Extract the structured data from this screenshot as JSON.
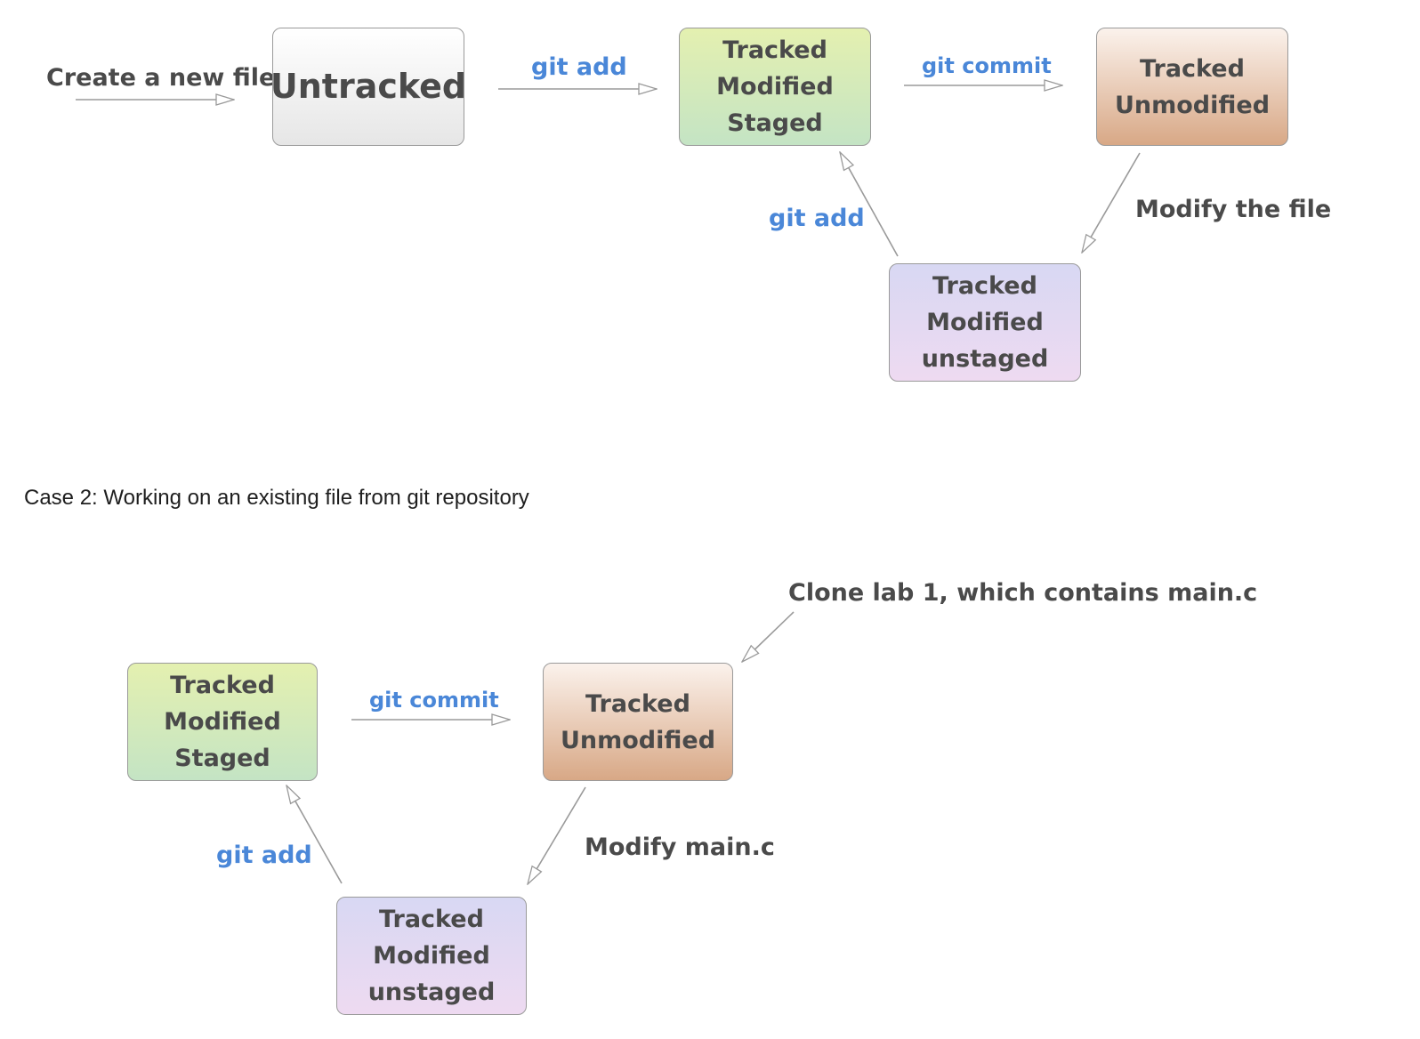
{
  "case1": {
    "create_label": "Create a new file",
    "untracked": "Untracked",
    "git_add_1": "git add",
    "staged": [
      "Tracked",
      "Modified",
      "Staged"
    ],
    "git_commit": "git commit",
    "unmodified": [
      "Tracked",
      "Unmodified"
    ],
    "modify_label": "Modify the file",
    "unstaged": [
      "Tracked",
      "Modified",
      "unstaged"
    ],
    "git_add_2": "git add"
  },
  "case2": {
    "caption": "Case 2: Working on an existing file from git repository",
    "clone_label": "Clone lab 1, which contains main.c",
    "staged": [
      "Tracked",
      "Modified",
      "Staged"
    ],
    "git_commit": "git commit",
    "unmodified": [
      "Tracked",
      "Unmodified"
    ],
    "modify_label": "Modify main.c",
    "unstaged": [
      "Tracked",
      "Modified",
      "unstaged"
    ],
    "git_add": "git add"
  },
  "colors": {
    "command_text": "#4a87d8",
    "label_text": "#4a4a4a",
    "arrow": "#9a9a9a"
  }
}
